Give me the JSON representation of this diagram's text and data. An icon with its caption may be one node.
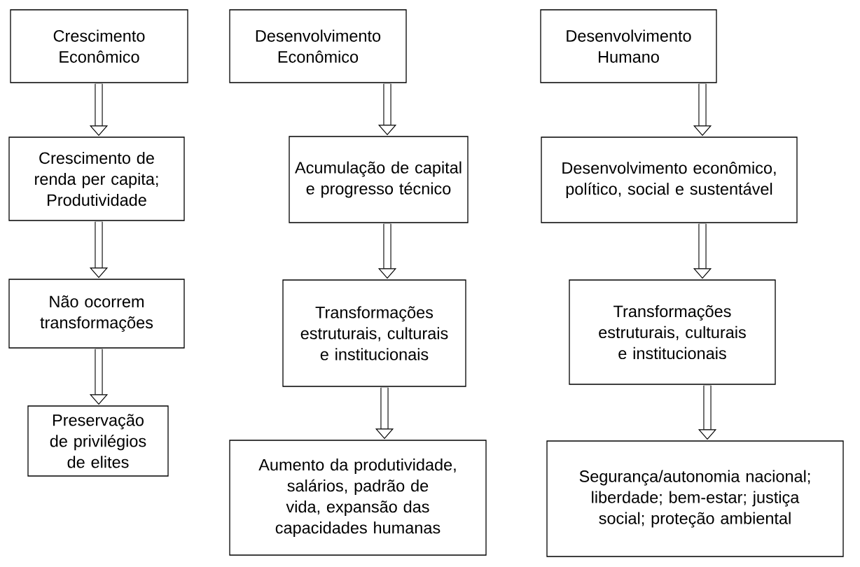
{
  "diagram": {
    "nodes": [
      {
        "text": [
          "Crescimento Econômico"
        ]
      },
      {
        "text": [
          "Crescimento de renda per capita; Produtividade"
        ]
      },
      {
        "text": [
          "Não ocorrem transformações"
        ]
      },
      {
        "text": [
          "Preservação de privilégios de elites"
        ]
      },
      {
        "text": [
          "Desenvolvimento Econômico"
        ]
      },
      {
        "text": [
          "Acumulação de capital e progresso técnico"
        ]
      },
      {
        "text": [
          "Transformações estruturais, culturais e institucionais"
        ]
      },
      {
        "text": [
          "Aumento da produtividade, salários, padrão de vida, expansão das capacidades humanas"
        ]
      },
      {
        "text": [
          "Desenvolvimento Humano"
        ]
      },
      {
        "text": [
          "Desenvolvimento econômico, político, social e sustentável"
        ]
      },
      {
        "text": [
          "Transformações estruturais, culturais e institucionais"
        ]
      },
      {
        "text": [
          "Segurança/autonomia nacional; liberdade; bem-estar; justiça social; proteção ambiental"
        ]
      }
    ],
    "edges": [
      {
        "from": 0,
        "to": 1,
        "arrow": "to"
      },
      {
        "from": 1,
        "to": 2,
        "arrow": "to"
      },
      {
        "from": 2,
        "to": 3,
        "arrow": "to"
      },
      {
        "from": 4,
        "to": 5,
        "arrow": "to"
      },
      {
        "from": 5,
        "to": 6,
        "arrow": "to"
      },
      {
        "from": 6,
        "to": 7,
        "arrow": "to"
      },
      {
        "from": 8,
        "to": 9,
        "arrow": "to"
      },
      {
        "from": 9,
        "to": 10,
        "arrow": "to"
      },
      {
        "from": 10,
        "to": 11,
        "arrow": "to"
      }
    ]
  }
}
